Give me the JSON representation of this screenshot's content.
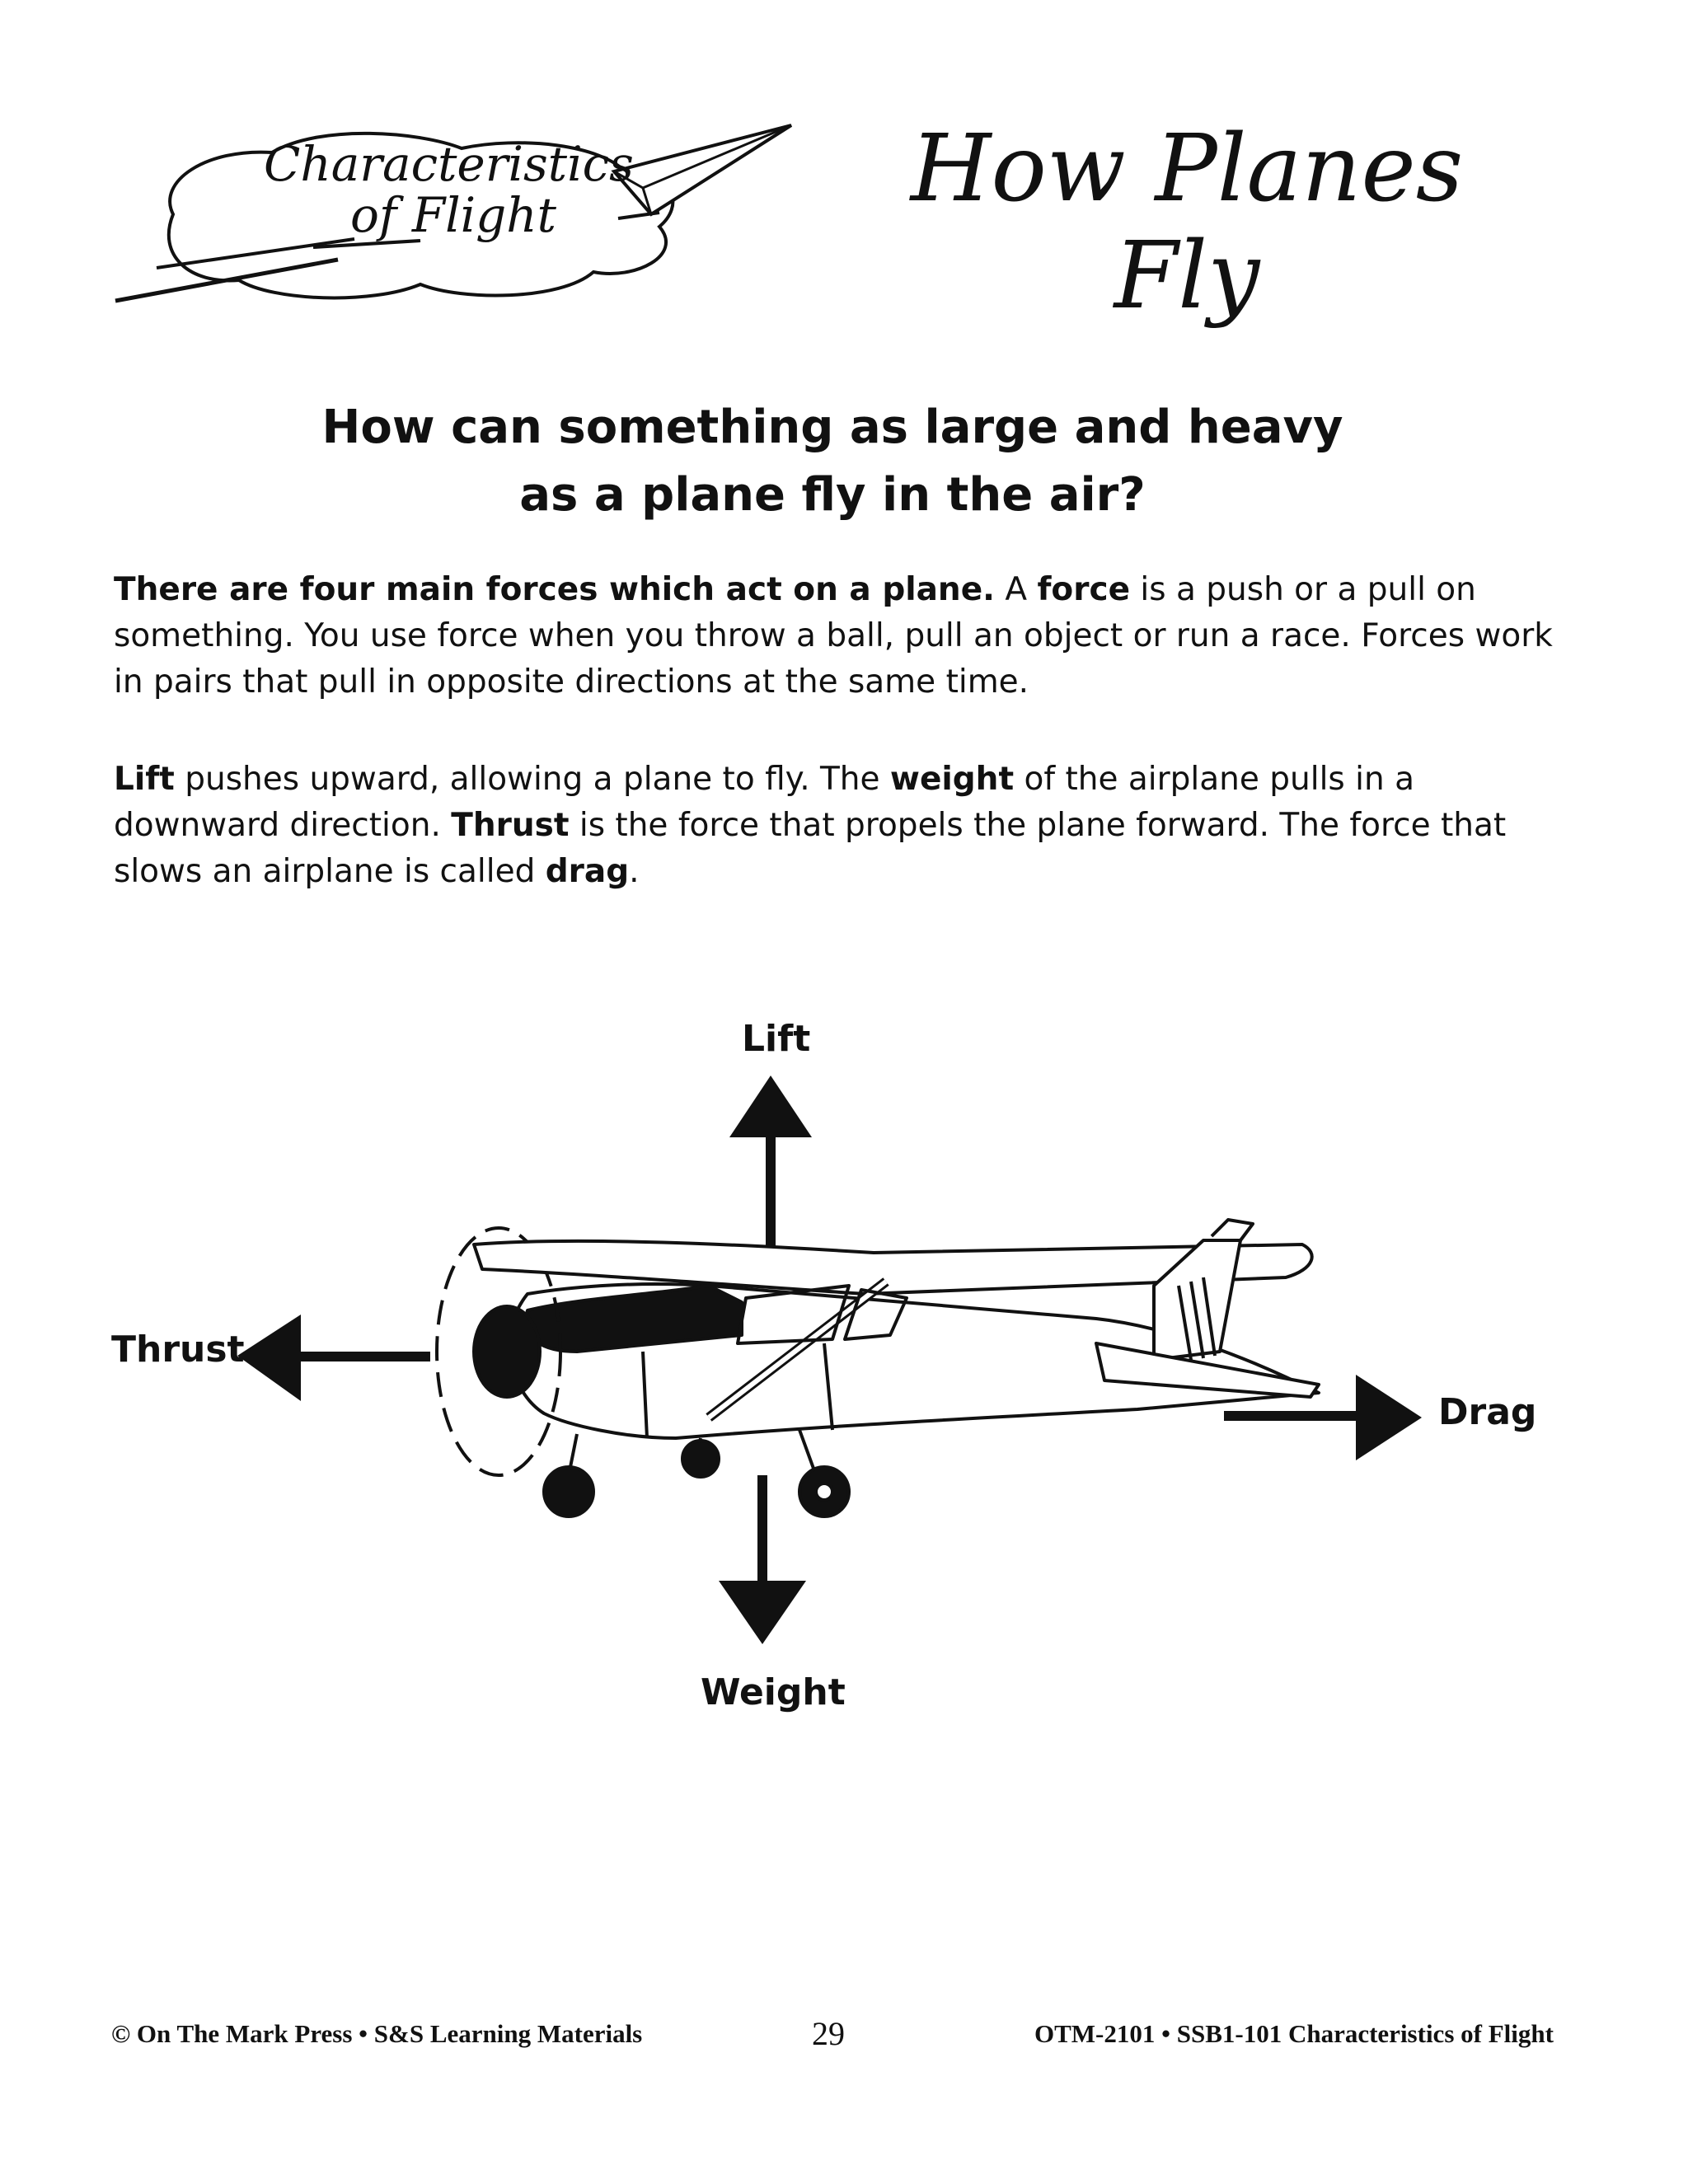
{
  "header": {
    "badge_line1": "Characteristics",
    "badge_line2": "of Flight",
    "title_line1": "How Planes",
    "title_line2": "Fly"
  },
  "question": {
    "line1": "How can something as large and heavy",
    "line2": "as a plane fly in the air?"
  },
  "paragraph1": {
    "bold_intro": "There are four main forces which act on a plane.",
    "text_a": " A ",
    "bold_force": "force",
    "text_b": " is a push or a pull on something. You use force when you throw a ball, pull an object or run a race. Forces work in pairs that pull in opposite directions at the same time."
  },
  "paragraph2": {
    "bold_lift": "Lift",
    "text_a": " pushes upward, allowing a plane to fly. The ",
    "bold_weight": "weight",
    "text_b": " of the airplane pulls in a downward direction. ",
    "bold_thrust": "Thrust",
    "text_c": " is the force that propels the plane forward. The force that slows an airplane is called ",
    "bold_drag": "drag",
    "text_d": "."
  },
  "diagram": {
    "lift": "Lift",
    "thrust": "Thrust",
    "drag": "Drag",
    "weight": "Weight"
  },
  "footer": {
    "left": "© On The Mark Press • S&S Learning Materials",
    "page": "29",
    "right": "OTM-2101 • SSB1-101 Characteristics of Flight"
  }
}
